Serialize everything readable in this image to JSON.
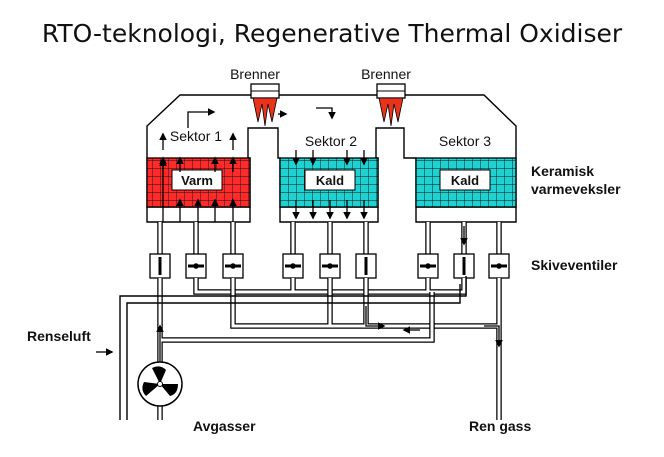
{
  "title": "RTO-teknologi, Regenerative Thermal Oxidiser",
  "burners": [
    {
      "label": "Brenner"
    },
    {
      "label": "Brenner"
    }
  ],
  "sectors": [
    {
      "label": "Sektor 1",
      "state": "Varm",
      "color": "#ff2b2b"
    },
    {
      "label": "Sektor 2",
      "state": "Kald",
      "color": "#1fd1d1"
    },
    {
      "label": "Sektor 3",
      "state": "Kald",
      "color": "#1fd1d1"
    }
  ],
  "labels": {
    "heat_exchanger": [
      "Keramisk",
      "varmeveksler"
    ],
    "valves": "Skiveventiler",
    "clean_air": "Renseluft",
    "exhaust": "Avgasser",
    "clean_gas": "Ren gass"
  },
  "colors": {
    "hot": "#ff2b2b",
    "cold": "#1fd1d1",
    "grid": "#111111",
    "flame": "#e8341c"
  }
}
